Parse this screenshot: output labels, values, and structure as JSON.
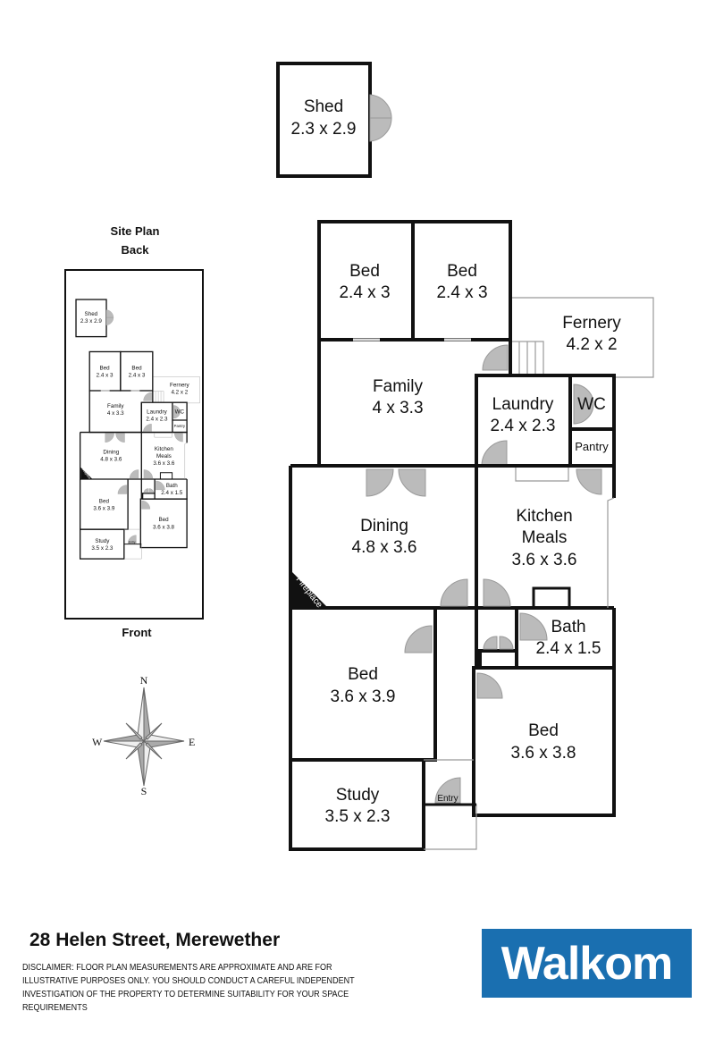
{
  "plan": {
    "shed": {
      "name": "Shed",
      "size": "2.3 x 2.9"
    },
    "bed1": {
      "name": "Bed",
      "size": "2.4 x  3"
    },
    "bed2": {
      "name": "Bed",
      "size": "2.4 x 3"
    },
    "fernery": {
      "name": "Fernery",
      "size": "4.2 x 2"
    },
    "family": {
      "name": "Family",
      "size": "4 x 3.3"
    },
    "laundry": {
      "name": "Laundry",
      "size": "2.4 x 2.3"
    },
    "wc": {
      "name": "WC"
    },
    "pantry": {
      "name": "Pantry"
    },
    "dining": {
      "name": "Dining",
      "size": "4.8 x 3.6"
    },
    "fireplace": {
      "name": "Fireplace"
    },
    "kitchen": {
      "name": "Kitchen",
      "name2": "Meals",
      "size": "3.6 x 3.6"
    },
    "bath": {
      "name": "Bath",
      "size": "2.4 x 1.5"
    },
    "bed3": {
      "name": "Bed",
      "size": "3.6 x 3.9"
    },
    "bed4": {
      "name": "Bed",
      "size": "3.6 x 3.8"
    },
    "study": {
      "name": "Study",
      "size": "3.5 x 2.3"
    },
    "entry": {
      "name": "Entry"
    }
  },
  "site_plan": {
    "title": "Site Plan",
    "back": "Back",
    "front": "Front"
  },
  "compass": {
    "n": "N",
    "s": "S",
    "e": "E",
    "w": "W"
  },
  "footer": {
    "address": "28 Helen Street, Merewether",
    "disclaimer": "DISCLAIMER: FLOOR PLAN MEASUREMENTS ARE APPROXIMATE AND ARE FOR ILLUSTRATIVE PURPOSES ONLY. YOU SHOULD CONDUCT A CAREFUL INDEPENDENT INVESTIGATION OF THE PROPERTY TO DETERMINE SUITABILITY FOR YOUR SPACE REQUIREMENTS",
    "logo": "Walkom",
    "logo_color": "#1a6fb0",
    "logo_accent": "#d9282f"
  }
}
